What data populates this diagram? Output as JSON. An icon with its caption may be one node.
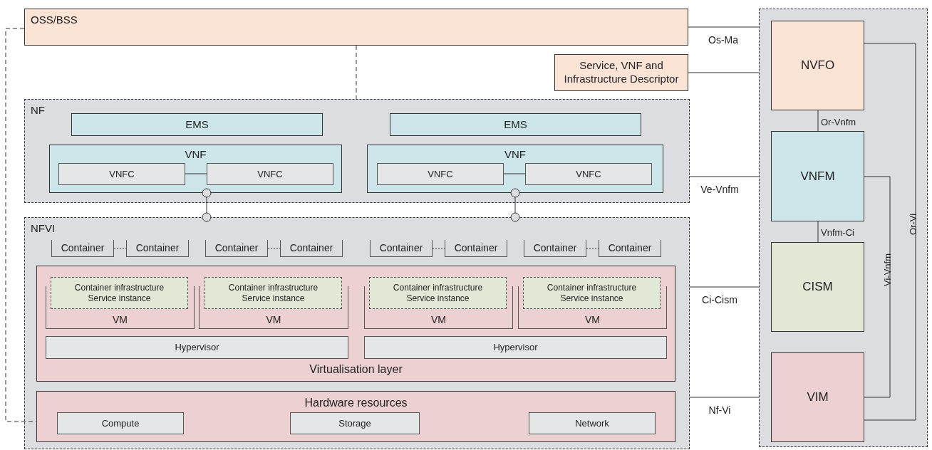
{
  "diagram": {
    "nodes": [
      {
        "text": [
          "OSS/BSS"
        ]
      },
      {
        "text": [
          "Service, VNF and Infrastructure Descriptor"
        ]
      },
      {
        "text": [
          "NF"
        ]
      },
      {
        "text": [
          "EMS"
        ],
        "in": 2
      },
      {
        "text": [
          "VNF"
        ],
        "in": 2
      },
      {
        "text": [
          "VNFC"
        ],
        "in": 4
      },
      {
        "text": [
          "VNFC"
        ],
        "in": 4
      },
      {
        "text": [
          "EMS"
        ],
        "in": 2
      },
      {
        "text": [
          "VNF"
        ],
        "in": 2
      },
      {
        "text": [
          "VNFC"
        ],
        "in": 8
      },
      {
        "text": [
          "VNFC"
        ],
        "in": 8
      },
      {
        "text": [
          "NFVI"
        ]
      },
      {
        "text": [
          "Container"
        ],
        "in": 11
      },
      {
        "text": [
          "Container"
        ],
        "in": 11
      },
      {
        "text": [
          "Container"
        ],
        "in": 11
      },
      {
        "text": [
          "Container"
        ],
        "in": 11
      },
      {
        "text": [
          "Container"
        ],
        "in": 11
      },
      {
        "text": [
          "Container"
        ],
        "in": 11
      },
      {
        "text": [
          "Container"
        ],
        "in": 11
      },
      {
        "text": [
          "Container"
        ],
        "in": 11
      },
      {
        "text": [
          "Virtualisation layer"
        ],
        "in": 11
      },
      {
        "text": [
          "VM"
        ],
        "in": 20
      },
      {
        "text": [
          "Container infrastructure Service instance"
        ],
        "in": 21
      },
      {
        "text": [
          "VM"
        ],
        "in": 20
      },
      {
        "text": [
          "Container infrastructure Service instance"
        ],
        "in": 23
      },
      {
        "text": [
          "VM"
        ],
        "in": 20
      },
      {
        "text": [
          "Container infrastructure Service instance"
        ],
        "in": 25
      },
      {
        "text": [
          "VM"
        ],
        "in": 20
      },
      {
        "text": [
          "Container infrastructure Service instance"
        ],
        "in": 27
      },
      {
        "text": [
          "Hypervisor"
        ],
        "in": 20
      },
      {
        "text": [
          "Hypervisor"
        ],
        "in": 20
      },
      {
        "text": [
          "Hardware resources"
        ],
        "in": 11
      },
      {
        "text": [
          "Compute"
        ],
        "in": 31
      },
      {
        "text": [
          "Storage"
        ],
        "in": 31
      },
      {
        "text": [
          "Network"
        ],
        "in": 31
      },
      {
        "text": [],
        "shape": "box"
      },
      {
        "text": [
          "NVFO"
        ],
        "in": 35
      },
      {
        "text": [
          "VNFM"
        ],
        "in": 35
      },
      {
        "text": [
          "CISM"
        ],
        "in": 35
      },
      {
        "text": [
          "VIM"
        ],
        "in": 35
      }
    ],
    "edges": [
      {
        "from": 0,
        "to": 2,
        "arrow": "none",
        "style": "dashed"
      },
      {
        "from": 0,
        "to": 31,
        "arrow": "none",
        "style": "dashed"
      },
      {
        "from": 5,
        "to": 6,
        "arrow": "none"
      },
      {
        "from": 9,
        "to": 10,
        "arrow": "none"
      },
      {
        "from": 4,
        "to": 11,
        "arrow": "other"
      },
      {
        "from": 8,
        "to": 11,
        "arrow": "other"
      },
      {
        "from": 12,
        "to": 13,
        "arrow": "none",
        "style": "dashed"
      },
      {
        "from": 14,
        "to": 15,
        "arrow": "none",
        "style": "dashed"
      },
      {
        "from": 16,
        "to": 17,
        "arrow": "none",
        "style": "dashed"
      },
      {
        "from": 18,
        "to": 19,
        "arrow": "none",
        "style": "dashed"
      },
      {
        "from": 0,
        "to": 35,
        "arrow": "none",
        "label": "Os-Ma"
      },
      {
        "from": 1,
        "to": 35,
        "arrow": "none"
      },
      {
        "from": 2,
        "to": 35,
        "arrow": "none",
        "label": "Ve-Vnfm"
      },
      {
        "from": 11,
        "to": 35,
        "arrow": "none",
        "label": "Ci-Cism"
      },
      {
        "from": 11,
        "to": 35,
        "arrow": "none",
        "label": "Nf-Vi"
      },
      {
        "from": 36,
        "to": 37,
        "arrow": "none",
        "label": "Or-Vnfm"
      },
      {
        "from": 37,
        "to": 38,
        "arrow": "none",
        "label": "Vnfm-Ci"
      },
      {
        "from": 37,
        "to": 39,
        "arrow": "none",
        "label": "Vi-Vnfm"
      },
      {
        "from": 36,
        "to": 39,
        "arrow": "none",
        "label": "Or-Vi"
      }
    ]
  }
}
